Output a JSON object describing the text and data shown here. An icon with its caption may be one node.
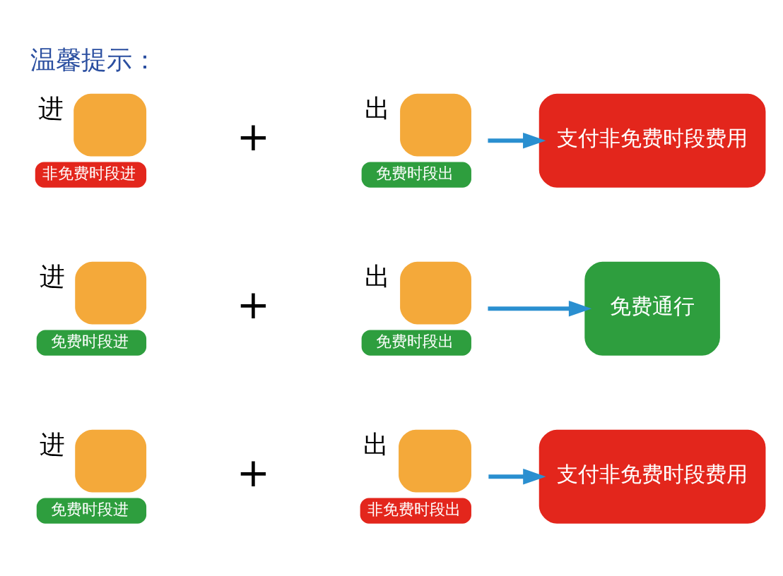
{
  "diagram": {
    "title": "温馨提示：",
    "nodes": [
      {
        "text": [
          "进",
          "非免费时段进"
        ]
      },
      {
        "text": [
          "出",
          "免费时段出"
        ]
      },
      {
        "text": [
          "支付非免费时段费用"
        ]
      },
      {
        "text": [
          "进",
          "免费时段进"
        ]
      },
      {
        "text": [
          "出",
          "免费时段出"
        ]
      },
      {
        "text": [
          "免费通行"
        ]
      },
      {
        "text": [
          "进",
          "免费时段进"
        ]
      },
      {
        "text": [
          "出",
          "非免费时段出"
        ]
      },
      {
        "text": [
          "支付非免费时段费用"
        ]
      }
    ],
    "edges": [
      {
        "from": 1,
        "to": 2,
        "arrow": "to"
      },
      {
        "from": 4,
        "to": 5,
        "arrow": "to"
      },
      {
        "from": 7,
        "to": 8,
        "arrow": "to"
      }
    ],
    "labels": [
      "+",
      "+",
      "+"
    ]
  }
}
